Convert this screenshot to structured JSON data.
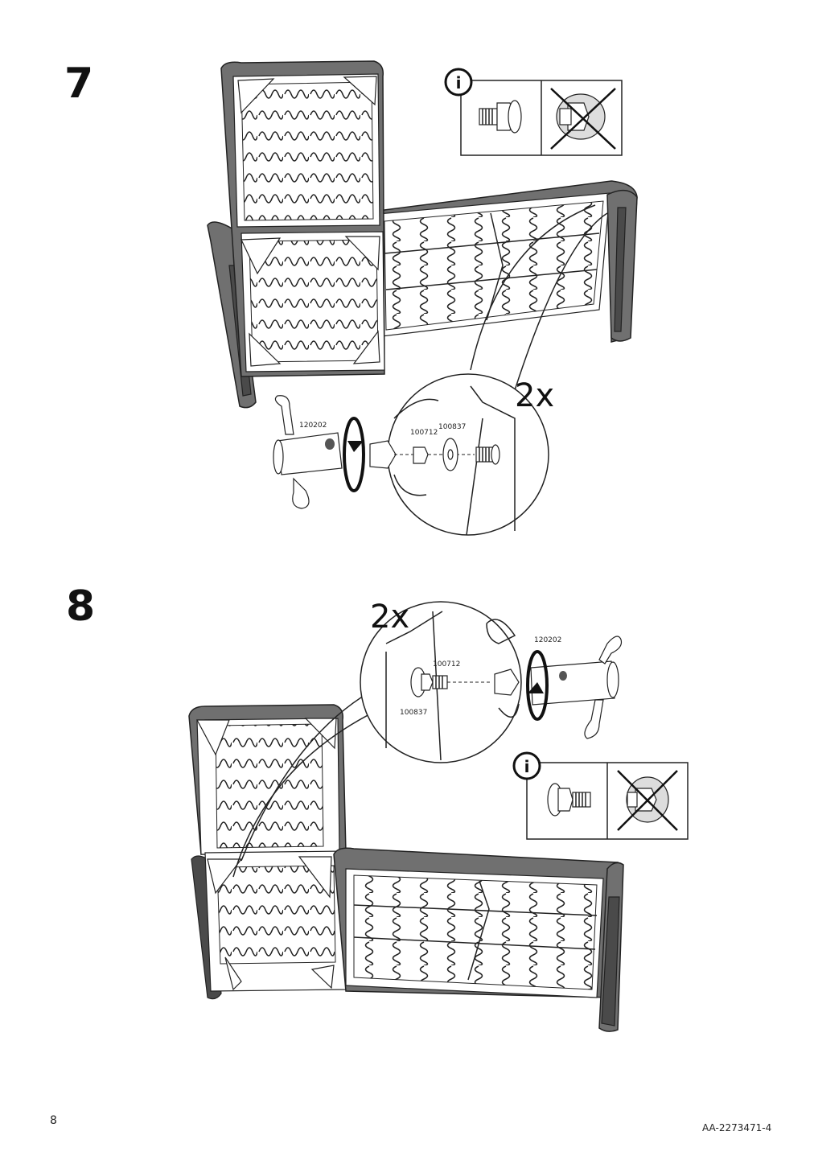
{
  "steps": [
    {
      "number": "7",
      "quantity": "2x",
      "parts": {
        "knob": "120202",
        "nut": "100712",
        "washer": "100837"
      }
    },
    {
      "number": "8",
      "quantity": "2x",
      "parts": {
        "knob": "120202",
        "nut": "100712",
        "washer": "100837"
      }
    }
  ],
  "footer": {
    "page_number": "8",
    "document_id": "AA-2273471-4"
  },
  "icons": {
    "info": "info-icon",
    "wrong": "cross-icon"
  }
}
